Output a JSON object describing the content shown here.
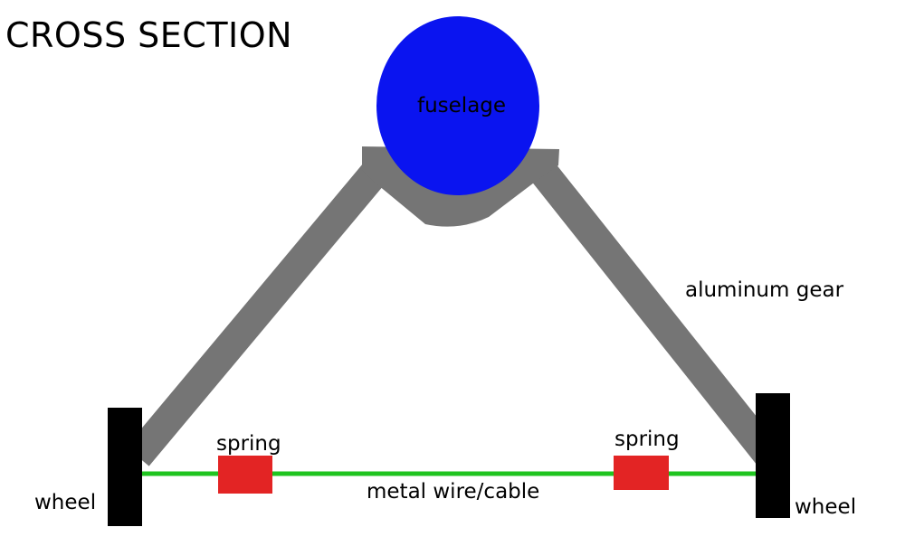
{
  "title": "CROSS SECTION",
  "labels": {
    "fuselage": "fuselage",
    "gear": "aluminum gear",
    "spring_left": "spring",
    "spring_right": "spring",
    "cable": "metal wire/cable",
    "wheel_left": "wheel",
    "wheel_right": "wheel"
  },
  "colors": {
    "fuselage": "#0a14f0",
    "gear": "#757575",
    "spring": "#e32424",
    "cable": "#1fc41f",
    "wheel": "#000000",
    "text": "#000000"
  }
}
